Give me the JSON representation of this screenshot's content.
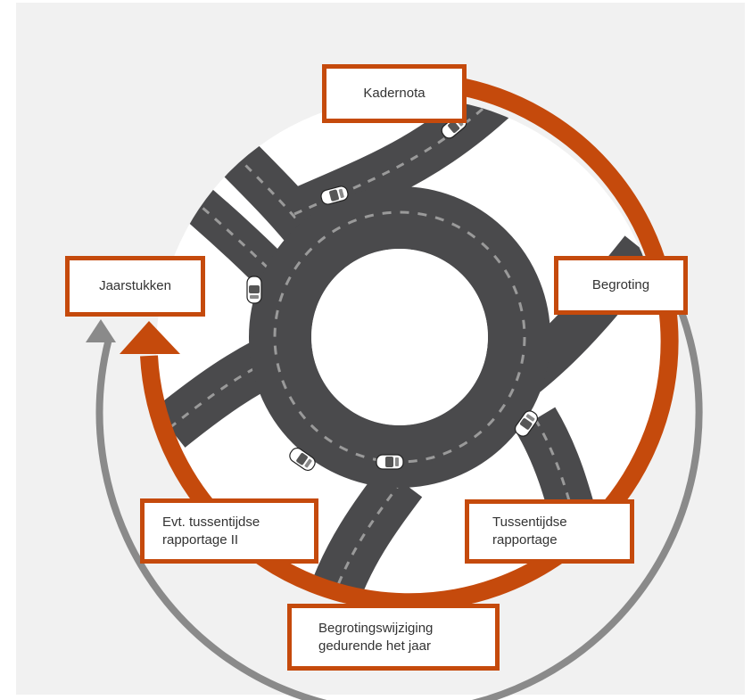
{
  "colors": {
    "panel_background": "#f1f1f1",
    "road": "#4a4a4c",
    "road_marking": "#9a9a9a",
    "accent_arrow": "#c54a0c",
    "secondary_arrow": "#8a8a8a",
    "label_border": "#c54a0c"
  },
  "labels": {
    "kadernota": "Kadernota",
    "begroting": "Begroting",
    "tussentijdse_rapportage": [
      "Tussentijdse",
      "rapportage"
    ],
    "begrotingswijziging": [
      "Begrotingswijziging",
      "gedurende het jaar"
    ],
    "tussentijdse_rapportage_ii": [
      "Evt. tussentijdse",
      "rapportage II"
    ],
    "jaarstukken": "Jaarstukken"
  },
  "icons": {
    "cycle_arrow": "arrow-up-icon",
    "secondary_arrow": "arrow-up-icon",
    "cars": "car-icon"
  }
}
